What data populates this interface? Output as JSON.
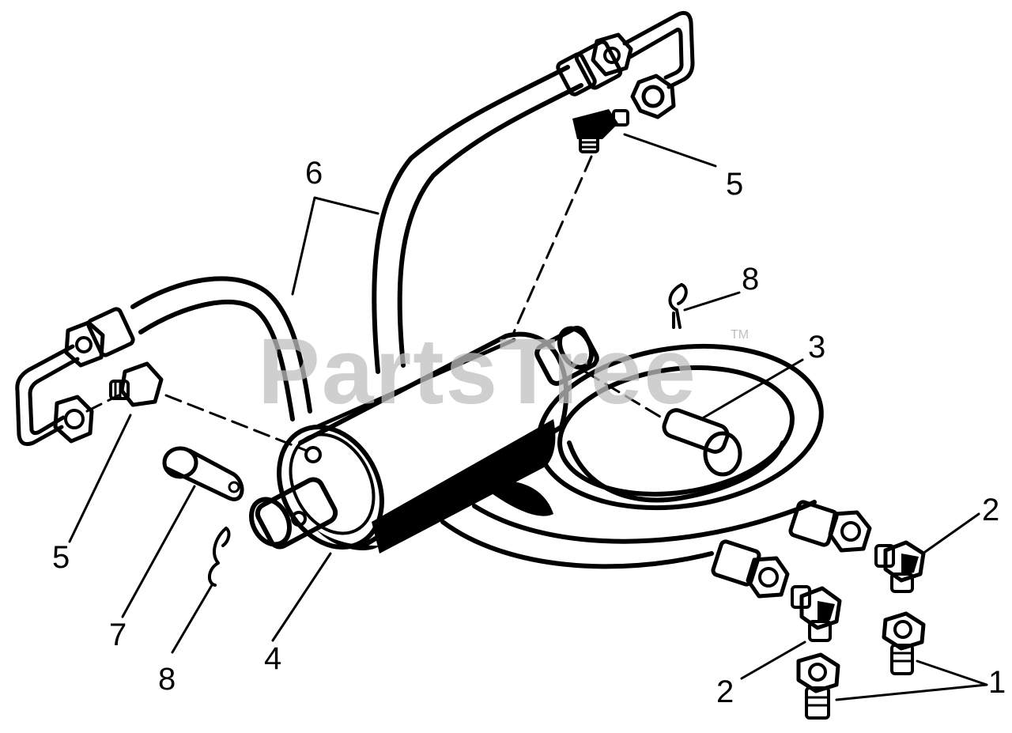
{
  "watermark": {
    "text": "PartsTree",
    "trademark": "TM"
  },
  "callouts": {
    "hose_assembly": "6",
    "fitting_upper": "5",
    "fitting_left": "5",
    "clip_upper": "8",
    "clip_lower": "8",
    "pin_right": "3",
    "pin_left": "7",
    "cylinder": "4",
    "elbow_right": "2",
    "elbow_lower": "2",
    "adapter": "1"
  },
  "colors": {
    "ink": "#000000",
    "watermark": "#bfbfbf",
    "background": "#ffffff"
  }
}
